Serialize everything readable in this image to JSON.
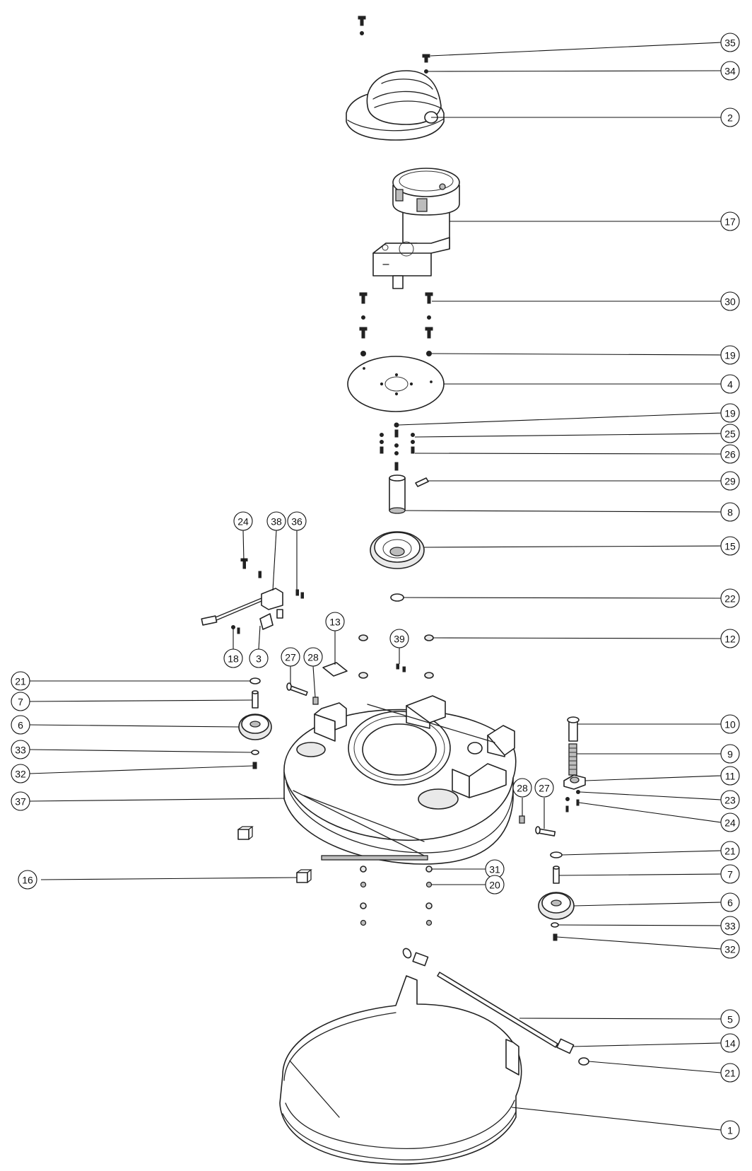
{
  "diagram": {
    "type": "exploded-parts-view",
    "callouts": [
      {
        "n": "35"
      },
      {
        "n": "34"
      },
      {
        "n": "2"
      },
      {
        "n": "17"
      },
      {
        "n": "30"
      },
      {
        "n": "19"
      },
      {
        "n": "4"
      },
      {
        "n": "19"
      },
      {
        "n": "25"
      },
      {
        "n": "26"
      },
      {
        "n": "29"
      },
      {
        "n": "8"
      },
      {
        "n": "15"
      },
      {
        "n": "22"
      },
      {
        "n": "12"
      },
      {
        "n": "10"
      },
      {
        "n": "9"
      },
      {
        "n": "11"
      },
      {
        "n": "23"
      },
      {
        "n": "24"
      },
      {
        "n": "21"
      },
      {
        "n": "7"
      },
      {
        "n": "6"
      },
      {
        "n": "33"
      },
      {
        "n": "32"
      },
      {
        "n": "5"
      },
      {
        "n": "14"
      },
      {
        "n": "21"
      },
      {
        "n": "1"
      },
      {
        "n": "21"
      },
      {
        "n": "7"
      },
      {
        "n": "6"
      },
      {
        "n": "33"
      },
      {
        "n": "32"
      },
      {
        "n": "37"
      },
      {
        "n": "16"
      },
      {
        "n": "24"
      },
      {
        "n": "38"
      },
      {
        "n": "36"
      },
      {
        "n": "18"
      },
      {
        "n": "3"
      },
      {
        "n": "13"
      },
      {
        "n": "39"
      },
      {
        "n": "27"
      },
      {
        "n": "28"
      },
      {
        "n": "28"
      },
      {
        "n": "27"
      },
      {
        "n": "31"
      },
      {
        "n": "20"
      }
    ]
  }
}
